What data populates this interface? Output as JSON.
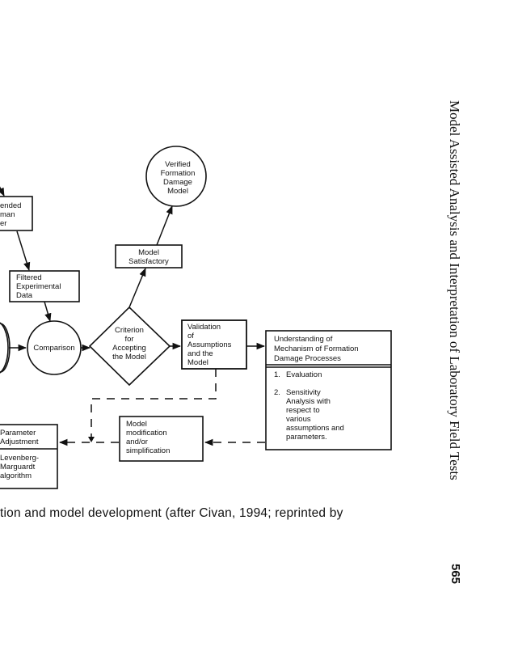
{
  "diagram": {
    "nodes": {
      "extended_kalman_filter": [
        "ended",
        "man",
        "er"
      ],
      "filtered_data": [
        "Filtered",
        "Experimental",
        "Data"
      ],
      "comparison": [
        "Comparison"
      ],
      "criterion": [
        "Criterion",
        "for",
        "Accepting",
        "the Model"
      ],
      "model_satisfactory": [
        "Model",
        "Satisfactory"
      ],
      "verified_model": [
        "Verified",
        "Formation",
        "Damage",
        "Model"
      ],
      "validation": [
        "Validation",
        "of",
        "Assumptions",
        "and the",
        "Model"
      ],
      "understanding_header": [
        "Understanding of",
        "Mechanism of Formation",
        "Damage Processes"
      ],
      "understanding_items": {
        "item1_num": "1.",
        "item1": [
          "Evaluation"
        ],
        "item2_num": "2.",
        "item2": [
          "Sensitivity",
          "Analysis with",
          "respect to",
          "various",
          "assumptions and",
          "parameters."
        ]
      },
      "model_modification": [
        "Model",
        "modification",
        "and/or",
        "simplification"
      ],
      "parameter_adjustment": [
        "Parameter",
        "Adjustment"
      ],
      "levenberg": [
        "Levenberg-",
        "Marguardt",
        "algorithm"
      ]
    }
  },
  "caption": "tion and model development (after Civan, 1994; reprinted by",
  "running_head": "Model Assisted Analysis and Interpretation of Laboratory Field Tests",
  "page_number": "565"
}
